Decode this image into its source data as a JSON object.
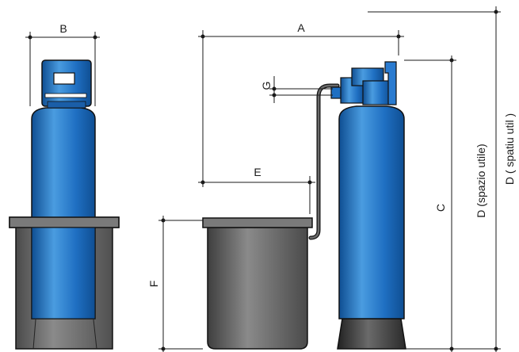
{
  "labels": {
    "a": "A",
    "b": "B",
    "c": "C",
    "d_it": "D (spazio utile)",
    "d_ro": "D ( spatiu util )",
    "e": "E",
    "f": "F",
    "g": "G"
  },
  "colors": {
    "tank_blue": "#1f6fc2",
    "tank_blue_light": "#4a9ce0",
    "tank_blue_dark": "#0f4e92",
    "brine_grey": "#6b6b6b",
    "brine_grey_light": "#8a8a8a",
    "brine_grey_dark": "#3f3f3f",
    "base_dark": "#333333",
    "outline": "#111111"
  }
}
